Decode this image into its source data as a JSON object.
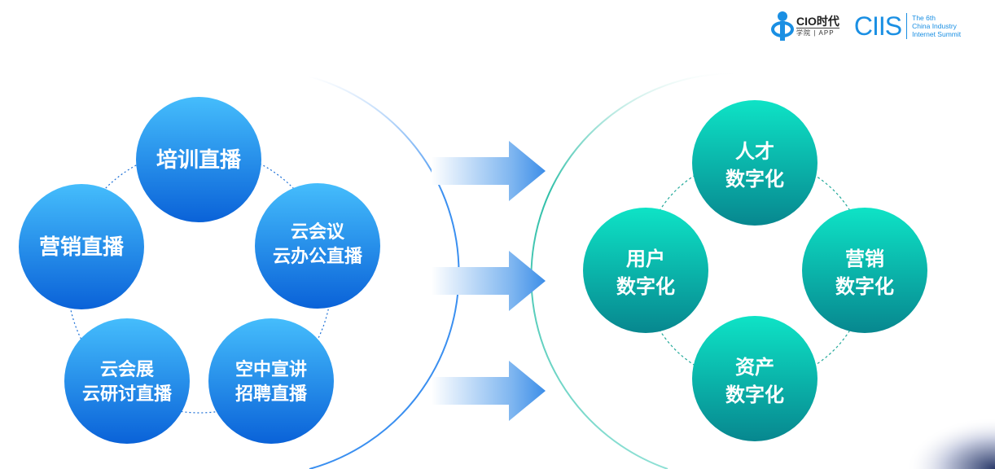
{
  "logos": {
    "cio": {
      "main": "CIO时代",
      "sub": "学院 | APP"
    },
    "ciis": {
      "main": "CIIS",
      "lines": [
        "The 6th",
        "China Industry",
        "Internet Summit"
      ]
    }
  },
  "left_group": {
    "color_top": "#45bdfc",
    "color_bottom": "#0a62d8",
    "nodes": [
      {
        "lines": [
          "培训直播"
        ]
      },
      {
        "lines": [
          "云会议",
          "云办公直播"
        ]
      },
      {
        "lines": [
          "空中宣讲",
          "招聘直播"
        ]
      },
      {
        "lines": [
          "云会展",
          "云研讨直播"
        ]
      },
      {
        "lines": [
          "营销直播"
        ]
      }
    ]
  },
  "right_group": {
    "color_top": "#0ee3c6",
    "color_bottom": "#07878f",
    "nodes": [
      {
        "lines": [
          "人才",
          "数字化"
        ]
      },
      {
        "lines": [
          "营销",
          "数字化"
        ]
      },
      {
        "lines": [
          "资产",
          "数字化"
        ]
      },
      {
        "lines": [
          "用户",
          "数字化"
        ]
      }
    ]
  },
  "arrows": {
    "count": 3,
    "color": "#3d8ee8"
  }
}
